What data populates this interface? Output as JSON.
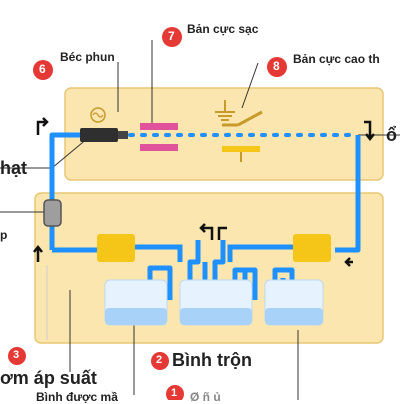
{
  "colors": {
    "panel_fill": "#fbe6b0",
    "panel_stroke": "#e8c774",
    "pipe": "#1e90ff",
    "badge": "#e53935",
    "block": "#f5c518",
    "tank": "#e6f3ff",
    "electrode": "#e0529c"
  },
  "labels": {
    "bec_phun": "Béc phun",
    "ban_cuc_sac": "Bản cực sạc",
    "ban_cuc_cao_th": "Bản cực cao th",
    "o_partial": "ổ",
    "hat_partial": "hạt",
    "p_partial": "p",
    "bom_ap_suat": "ơm áp suất",
    "binh_tron": "Bình trộn",
    "bottom_partial": "Bình được mầ",
    "bottom_partial_2": "Ø  ñ  ủ"
  },
  "badges": {
    "b1": "1",
    "b2": "2",
    "b3": "3",
    "b6": "6",
    "b7": "7",
    "b8": "8"
  },
  "icons": {
    "spray": "spray-nozzle-icon",
    "ground": "ground-symbol-icon",
    "switch": "switch-icon",
    "arrow": "flow-arrow-icon"
  }
}
